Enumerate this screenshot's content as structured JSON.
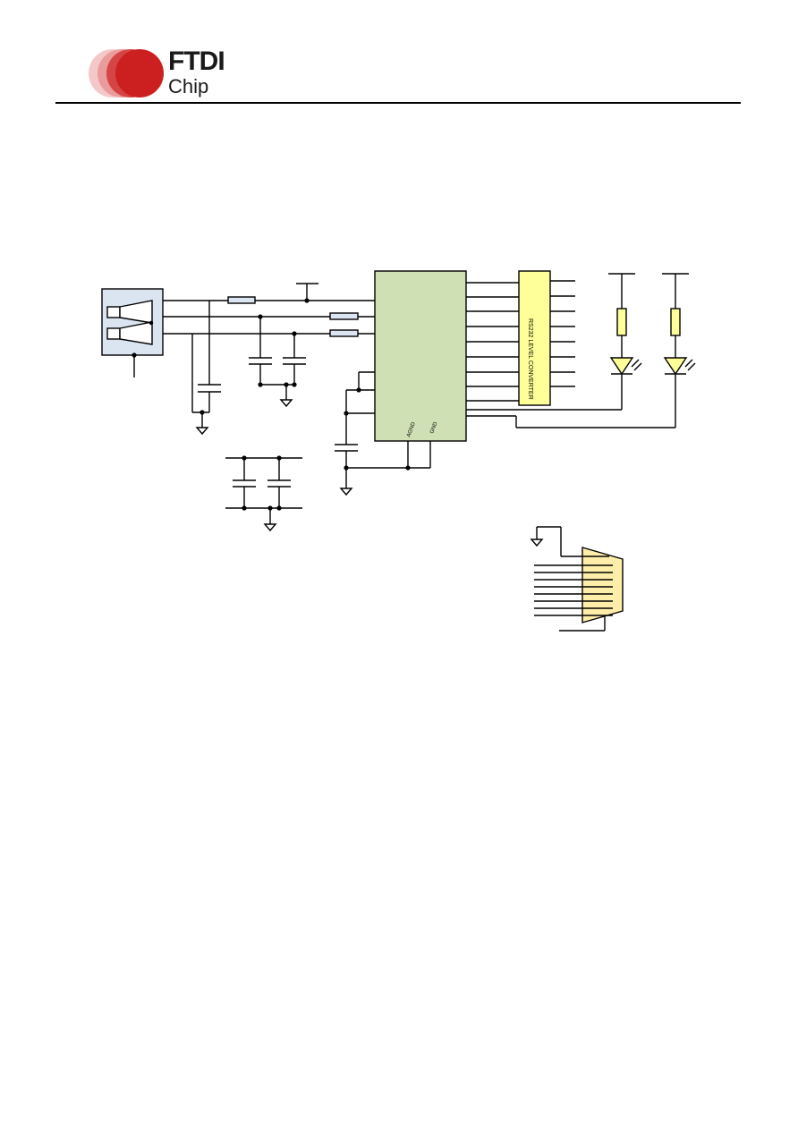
{
  "logo": {
    "brand_line1": "FTDI",
    "brand_line2": "Chip",
    "brand_color": "#cc1f1f"
  },
  "schematic": {
    "level_converter_label": "RS232 LEVEL CONVERTER",
    "ic_pin_agnd": "AGND",
    "ic_pin_gnd": "GND",
    "colors": {
      "ic_fill": "#cfe0b4",
      "converter_fill": "#ffff99",
      "connector_fill": "#ffeeaa",
      "usb_fill": "#dbe5f1",
      "led_fill": "#ffff99",
      "wire": "#000000"
    }
  }
}
